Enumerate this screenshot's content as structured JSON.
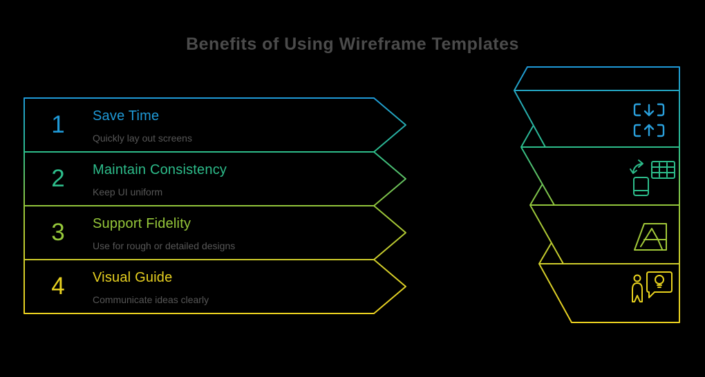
{
  "page": {
    "title": "Benefits of Using Wireframe Templates",
    "background_color": "#000000",
    "title_color": "#4b4b4b",
    "description_color": "#575757"
  },
  "items": [
    {
      "number": "1",
      "title": "Save Time",
      "description": "Quickly lay out screens",
      "color": "#1f9ad8",
      "icon": "compress-arrows-icon"
    },
    {
      "number": "2",
      "title": "Maintain Consistency",
      "description": "Keep UI uniform",
      "color": "#2dbd8b",
      "icon": "device-switch-icon"
    },
    {
      "number": "3",
      "title": "Support Fidelity",
      "description": "Use for rough or detailed designs",
      "color": "#96c83a",
      "icon": "design-tool-icon"
    },
    {
      "number": "4",
      "title": "Visual Guide",
      "description": "Communicate ideas clearly",
      "color": "#e7d020",
      "icon": "person-idea-icon"
    }
  ],
  "palette": {
    "gradient": [
      "#1f9ad8",
      "#2dbd8b",
      "#93c63c",
      "#cfcd2b",
      "#ecd220"
    ]
  }
}
